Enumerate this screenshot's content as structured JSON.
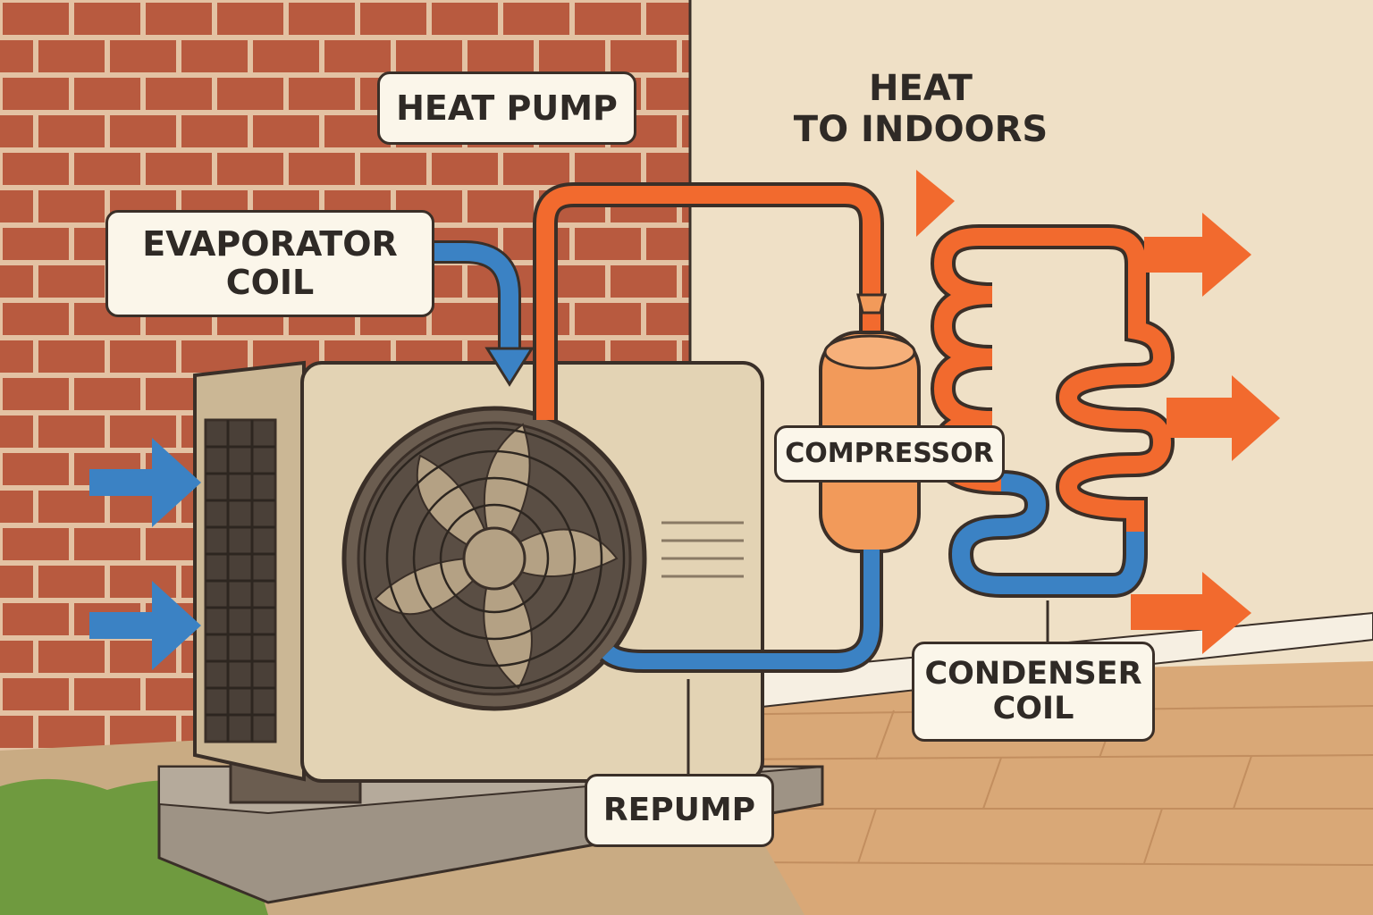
{
  "labels": {
    "heat_pump": "HEAT PUMP",
    "evaporator_coil": [
      "EVAPORATOR",
      "COIL"
    ],
    "compressor": "COMPRESSOR",
    "condenser_coil": [
      "CONDENSER",
      "COIL"
    ],
    "repump": "REPUMP",
    "heat_to_indoors": [
      "HEAT",
      "TO INDOORS"
    ]
  },
  "colors": {
    "brick": "#b85a3f",
    "mortar": "#e6c6a8",
    "wall": "#efe0c6",
    "unit_body": "#e3d3b4",
    "hot_pipe": "#f26a2e",
    "cold_pipe": "#3b82c4",
    "grass": "#6f9a3f",
    "floor": "#d9a877",
    "outline": "#3a2f28"
  },
  "icons": [
    "fan-icon",
    "vent-grille-icon",
    "air-in-arrow-icon",
    "heat-out-arrow-icon"
  ]
}
